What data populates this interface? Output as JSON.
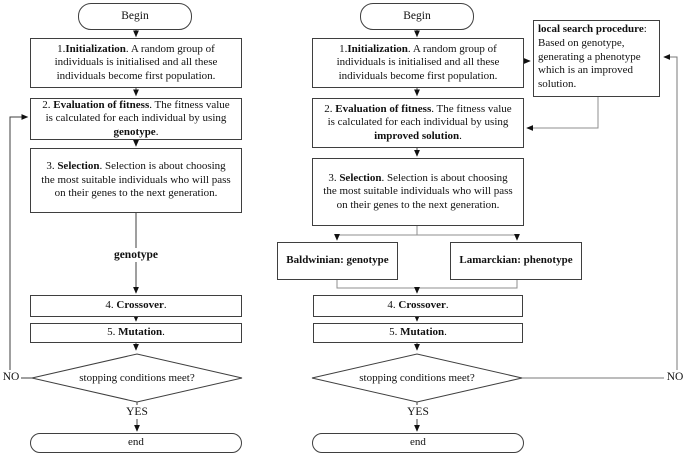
{
  "colors": {
    "line": "#3f3f3f",
    "connector": "#8f8f8f",
    "loop_right": "#787878",
    "arrowhead": "#111111",
    "box_border": "#3f3f3f",
    "background": "#ffffff",
    "text": "#111111"
  },
  "left": {
    "begin": "Begin",
    "box1": [
      {
        "t": "1."
      },
      {
        "t": "Initialization",
        "b": true
      },
      {
        "t": ". A random group of\nindividuals is initialised and all these\nindividuals become first population."
      }
    ],
    "box2": [
      {
        "t": "2. "
      },
      {
        "t": "Evaluation of fitness",
        "b": true
      },
      {
        "t": ". The fitness value\nis calculated for each individual by using\n"
      },
      {
        "t": "genotype",
        "b": true
      },
      {
        "t": "."
      }
    ],
    "box3": [
      {
        "t": "3. "
      },
      {
        "t": "Selection",
        "b": true
      },
      {
        "t": ". Selection is about choosing\nthe most suitable individuals who will pass\non their genes to the next generation."
      }
    ],
    "genotype_label": "genotype",
    "box4": [
      {
        "t": "4. "
      },
      {
        "t": "Crossover",
        "b": true
      },
      {
        "t": "."
      }
    ],
    "box5": [
      {
        "t": "5. "
      },
      {
        "t": "Mutation",
        "b": true
      },
      {
        "t": "."
      }
    ],
    "decision": "stopping conditions meet?",
    "yes": "YES",
    "no": "NO",
    "end": "end"
  },
  "right": {
    "begin": "Begin",
    "box1": [
      {
        "t": "1."
      },
      {
        "t": "Initialization",
        "b": true
      },
      {
        "t": ". A random group of\nindividuals is initialised and all these\nindividuals become first population."
      }
    ],
    "local_search": [
      {
        "t": "local search procedure",
        "b": true
      },
      {
        "t": ":\nBased on  genotype,\ngenerating a phenotype\nwhich is an improved\nsolution."
      }
    ],
    "box2": [
      {
        "t": "2. "
      },
      {
        "t": "Evaluation of fitness",
        "b": true
      },
      {
        "t": ". The fitness value\nis calculated for each individual by using\n"
      },
      {
        "t": "improved solution",
        "b": true
      },
      {
        "t": "."
      }
    ],
    "box3": [
      {
        "t": "3. "
      },
      {
        "t": "Selection",
        "b": true
      },
      {
        "t": ". Selection is about choosing\nthe most suitable individuals who will pass\non their genes to the next generation."
      }
    ],
    "baldwinian": "Baldwinian: genotype",
    "lamarckian": "Lamarckian: phenotype",
    "box4": [
      {
        "t": "4. "
      },
      {
        "t": "Crossover",
        "b": true
      },
      {
        "t": "."
      }
    ],
    "box5": [
      {
        "t": "5. "
      },
      {
        "t": "Mutation",
        "b": true
      },
      {
        "t": "."
      }
    ],
    "decision": "stopping conditions meet?",
    "yes": "YES",
    "no": "NO",
    "end": "end"
  }
}
